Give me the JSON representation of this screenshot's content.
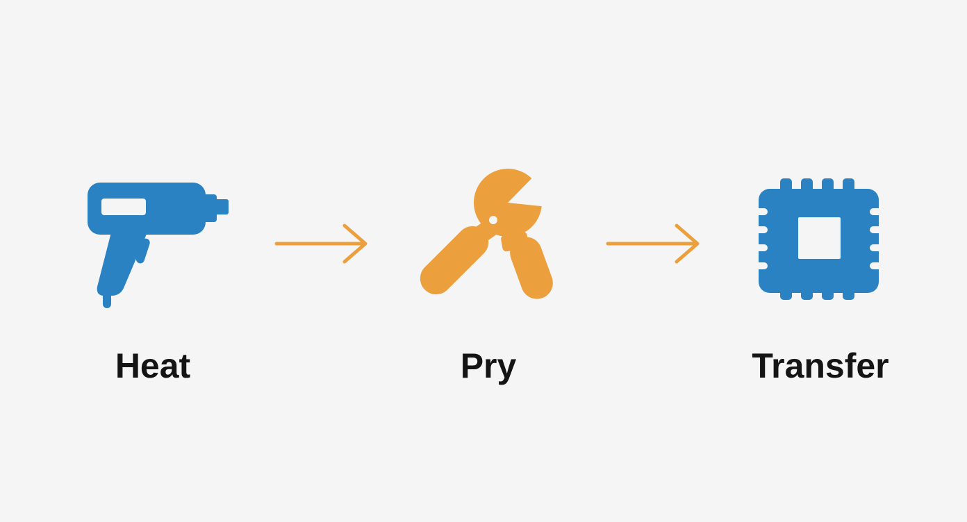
{
  "colors": {
    "background": "#f5f5f5",
    "blue": "#2a82c3",
    "orange": "#eb9f3d",
    "text": "#141414"
  },
  "steps": [
    {
      "label": "Heat",
      "icon": "heat-gun-icon"
    },
    {
      "label": "Pry",
      "icon": "pry-tool-icon"
    },
    {
      "label": "Transfer",
      "icon": "chip-icon"
    }
  ],
  "connectors": [
    {
      "icon": "arrow-right-icon"
    },
    {
      "icon": "arrow-right-icon"
    }
  ]
}
